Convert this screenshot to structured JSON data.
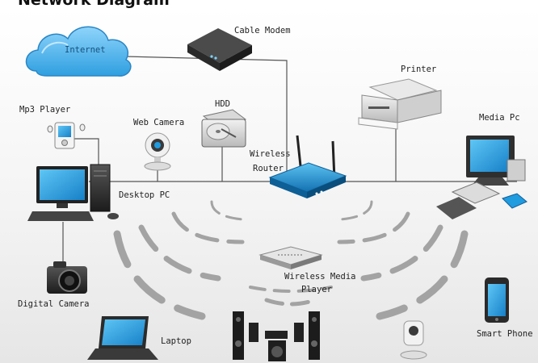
{
  "title": "Network Diagram",
  "devices": {
    "internet": "Internet",
    "cable_modem": "Cable Modem",
    "printer": "Printer",
    "mp3_player": "Mp3 Player",
    "hdd": "HDD",
    "web_camera": "Web Camera",
    "media_pc": "Media Pc",
    "wireless_router_line1": "Wireless",
    "wireless_router_line2": "Router",
    "desktop_pc": "Desktop PC",
    "wireless_media_player_line1": "Wireless Media",
    "wireless_media_player_line2": "Player",
    "digital_camera": "Digital Camera",
    "laptop": "Laptop",
    "smart_phone": "Smart Phone"
  },
  "colors": {
    "screen_blue": "#1f9be0",
    "cloud_blue": "#4fb3ea",
    "router_blue": "#1d8fd0",
    "device_dark": "#2d2d2d",
    "cable": "#555555",
    "wave": "#9a9a9a"
  }
}
